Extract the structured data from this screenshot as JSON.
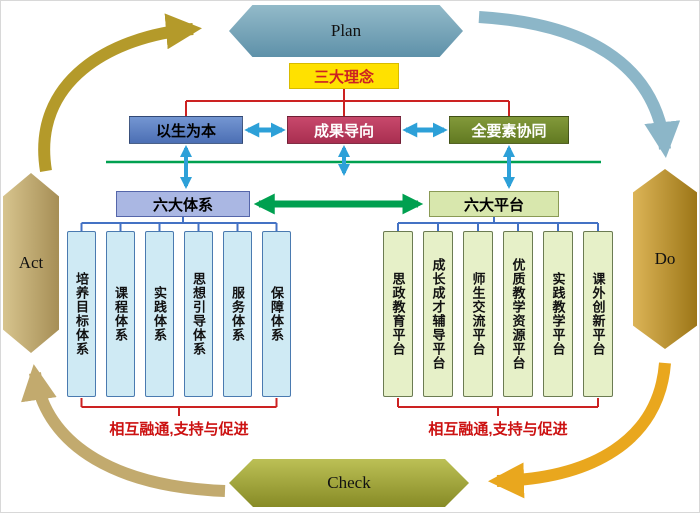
{
  "cycle": {
    "plan_label": "Plan",
    "do_label": "Do",
    "check_label": "Check",
    "act_label": "Act"
  },
  "concepts": {
    "title": "三大理念",
    "items": [
      {
        "label": "以生为本"
      },
      {
        "label": "成果导向"
      },
      {
        "label": "全要素协同"
      }
    ]
  },
  "systems": {
    "header": "六大体系",
    "items": [
      {
        "label": "培养目标体系"
      },
      {
        "label": "课程体系"
      },
      {
        "label": "实践体系"
      },
      {
        "label": "思想引导体系"
      },
      {
        "label": "服务体系"
      },
      {
        "label": "保障体系"
      }
    ],
    "footer": "相互融通,支持与促进"
  },
  "platforms": {
    "header": "六大平台",
    "items": [
      {
        "label": "思政教育平台"
      },
      {
        "label": "成长成才辅导平台"
      },
      {
        "label": "师生交流平台"
      },
      {
        "label": "优质教学资源平台"
      },
      {
        "label": "实践教学平台"
      },
      {
        "label": "课外创新平台"
      }
    ],
    "footer": "相互融通,支持与促进"
  },
  "colors": {
    "plan_fill": "#6d9eb4",
    "do_fill": "#bd9232",
    "check_fill": "#a6aa3c",
    "act_fill": "#c3ae77",
    "arrow_act_to_plan": "#b49a2a",
    "arrow_plan_to_do": "#8cb6c8",
    "arrow_do_to_check": "#e9a71e",
    "arrow_check_to_act": "#c2aa6e",
    "concept_title_bg": "#ffe100",
    "concept_blue_bg": "#5b7fc4",
    "concept_red_bg": "#b93a5c",
    "concept_olive_bg": "#71892e",
    "systems_header_bg": "#aab7e3",
    "platforms_header_bg": "#d8e7ad",
    "system_box_bg": "#cfeaf4",
    "platform_box_bg": "#e6f0c8",
    "line_red": "#cc2222",
    "line_blue": "#2da0d8",
    "tree_blue": "#4472c4",
    "line_green": "#00a050"
  }
}
